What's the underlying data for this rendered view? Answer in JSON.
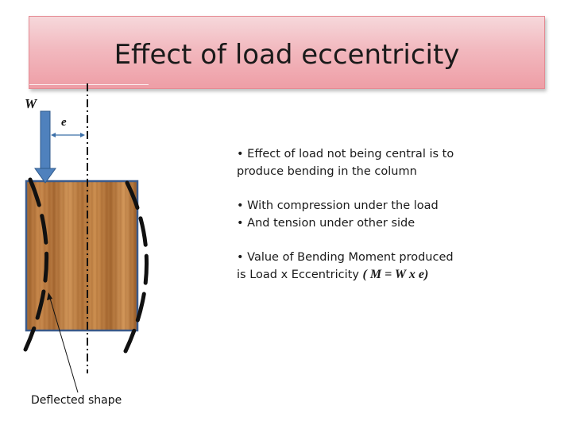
{
  "title": "Effect of load eccentricity",
  "labels": {
    "load": "W",
    "eccentricity": "e",
    "deflected_shape": "Deflected shape"
  },
  "bullets": [
    {
      "lines": [
        "• Effect of load not being central is to",
        "produce bending in the column"
      ]
    },
    {
      "lines": [
        "• With compression under the load",
        "• And tension under other side"
      ]
    },
    {
      "lines": [
        "• Value of Bending Moment produced",
        "is Load  x Eccentricity ",
        "( M = W x e)"
      ]
    }
  ],
  "colors": {
    "arrow": "#4f81bd",
    "column_border": "#3b5a8a",
    "wood": "#b8773c",
    "title_bg": "#f2b9bf"
  },
  "icons": [
    "load-arrow-icon",
    "dimension-arrow-icon",
    "wood-column-icon"
  ]
}
